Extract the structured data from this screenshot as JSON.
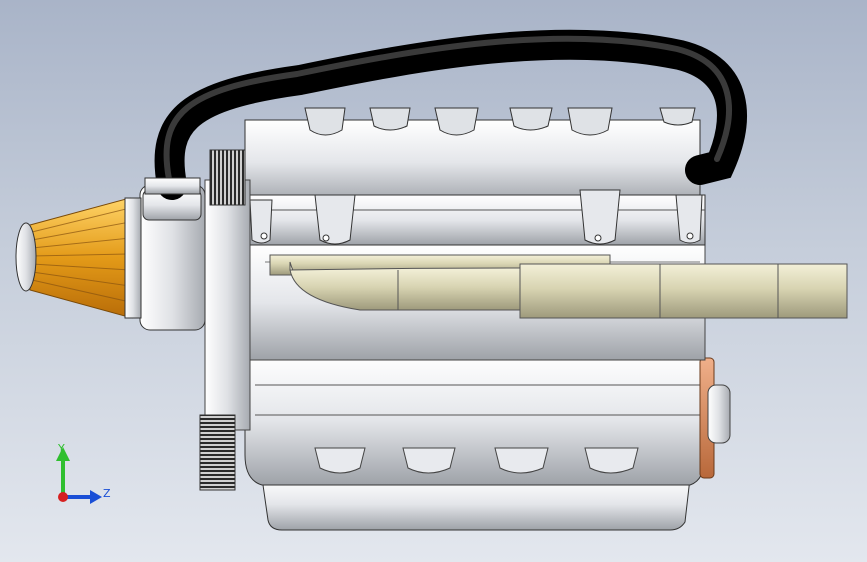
{
  "viewport": {
    "background_top": "#a9b4c8",
    "background_bottom": "#e3e7ee"
  },
  "model": {
    "description_icon": "engine-3d-model",
    "parts": [
      "air-filter",
      "intake-pipe",
      "cylinder-head",
      "exhaust-pipe",
      "engine-block",
      "oil-pan",
      "pulley",
      "flywheel"
    ]
  },
  "triad": {
    "y_label": "Y",
    "z_label": "Z",
    "y_color": "#2fbf2f",
    "z_color": "#1a4fd6",
    "x_color": "#d62020"
  }
}
